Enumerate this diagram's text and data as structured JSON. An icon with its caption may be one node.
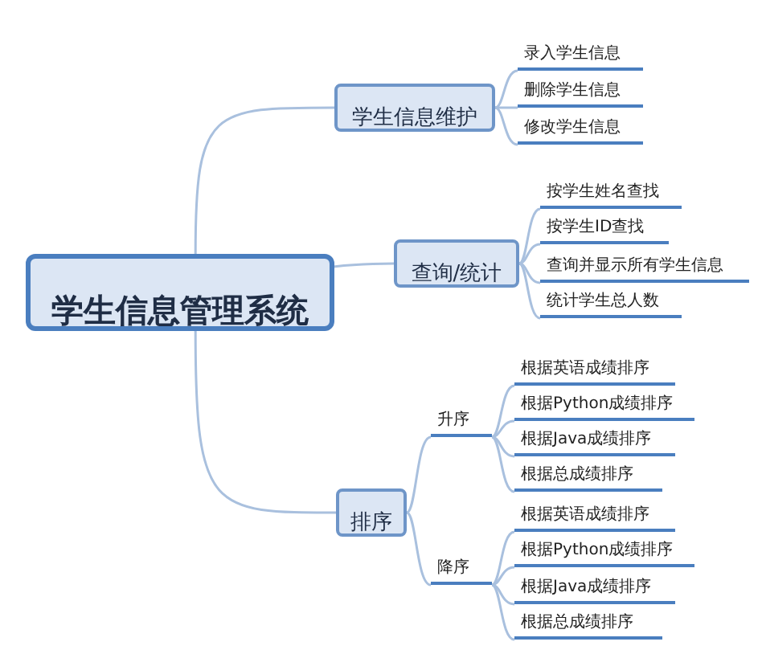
{
  "diagram": {
    "nodes": [
      {
        "text": [
          "学生信息管理系统"
        ]
      },
      {
        "text": [
          "学生信息维护"
        ]
      },
      {
        "text": [
          "录入学生信息"
        ]
      },
      {
        "text": [
          "删除学生信息"
        ]
      },
      {
        "text": [
          "修改学生信息"
        ]
      },
      {
        "text": [
          "查询/统计"
        ]
      },
      {
        "text": [
          "按学生姓名查找"
        ]
      },
      {
        "text": [
          "按学生ID查找"
        ]
      },
      {
        "text": [
          "查询并显示所有学生信息"
        ]
      },
      {
        "text": [
          "统计学生总人数"
        ]
      },
      {
        "text": [
          "排序"
        ]
      },
      {
        "text": [
          "升序"
        ]
      },
      {
        "text": [
          "根据英语成绩排序"
        ]
      },
      {
        "text": [
          "根据Python成绩排序"
        ]
      },
      {
        "text": [
          "根据Java成绩排序"
        ]
      },
      {
        "text": [
          "根据总成绩排序"
        ]
      },
      {
        "text": [
          "降序"
        ]
      },
      {
        "text": [
          "根据英语成绩排序"
        ]
      },
      {
        "text": [
          "根据Python成绩排序"
        ]
      },
      {
        "text": [
          "根据Java成绩排序"
        ]
      },
      {
        "text": [
          "根据总成绩排序"
        ]
      }
    ],
    "edges": [
      {
        "from": 0,
        "to": 1,
        "arrow": "none"
      },
      {
        "from": 0,
        "to": 5,
        "arrow": "none"
      },
      {
        "from": 0,
        "to": 10,
        "arrow": "none"
      },
      {
        "from": 1,
        "to": 2,
        "arrow": "none"
      },
      {
        "from": 1,
        "to": 3,
        "arrow": "none"
      },
      {
        "from": 1,
        "to": 4,
        "arrow": "none"
      },
      {
        "from": 5,
        "to": 6,
        "arrow": "none"
      },
      {
        "from": 5,
        "to": 7,
        "arrow": "none"
      },
      {
        "from": 5,
        "to": 8,
        "arrow": "none"
      },
      {
        "from": 5,
        "to": 9,
        "arrow": "none"
      },
      {
        "from": 10,
        "to": 11,
        "arrow": "none"
      },
      {
        "from": 10,
        "to": 16,
        "arrow": "none"
      },
      {
        "from": 11,
        "to": 12,
        "arrow": "none"
      },
      {
        "from": 11,
        "to": 13,
        "arrow": "none"
      },
      {
        "from": 11,
        "to": 14,
        "arrow": "none"
      },
      {
        "from": 11,
        "to": 15,
        "arrow": "none"
      },
      {
        "from": 16,
        "to": 17,
        "arrow": "none"
      },
      {
        "from": 16,
        "to": 18,
        "arrow": "none"
      },
      {
        "from": 16,
        "to": 19,
        "arrow": "none"
      },
      {
        "from": 16,
        "to": 20,
        "arrow": "none"
      }
    ]
  }
}
